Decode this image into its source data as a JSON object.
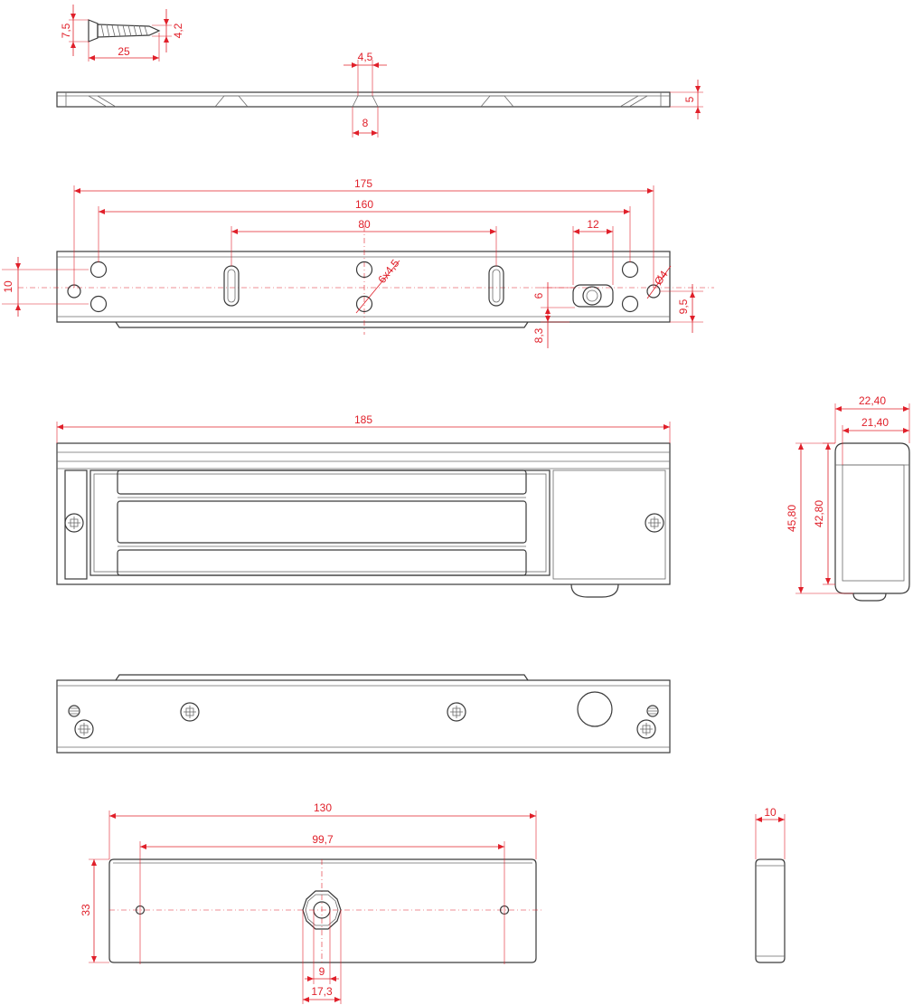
{
  "colors": {
    "line": "#3a3a3a",
    "dimension": "#e0202a",
    "background": "#ffffff"
  },
  "screw": {
    "head_height": "7,5",
    "shank_diameter": "4,2",
    "length": "25"
  },
  "mounting_plate_edge": {
    "slot_width": "4,5",
    "counterbore_width": "8",
    "thickness": "5"
  },
  "mounting_plate_top": {
    "overall_length": "175",
    "outer_holes_spacing": "160",
    "slots_spacing": "80",
    "connector_width": "12",
    "hole_callout": "6x4,5",
    "pin_diameter": "Ø4",
    "height_offset": "10",
    "connector_offset": "6",
    "pin_offset": "9,5",
    "lower_offset": "8,3"
  },
  "magnet_front": {
    "overall_length": "185"
  },
  "magnet_side": {
    "outer_width": "22,40",
    "inner_width": "21,40",
    "outer_height": "45,80",
    "inner_height": "42,80"
  },
  "armature_plate": {
    "overall_length": "130",
    "hole_spacing": "99,7",
    "height": "33",
    "inner_diameter": "9",
    "outer_diameter": "17,3"
  },
  "armature_side": {
    "thickness": "10"
  }
}
